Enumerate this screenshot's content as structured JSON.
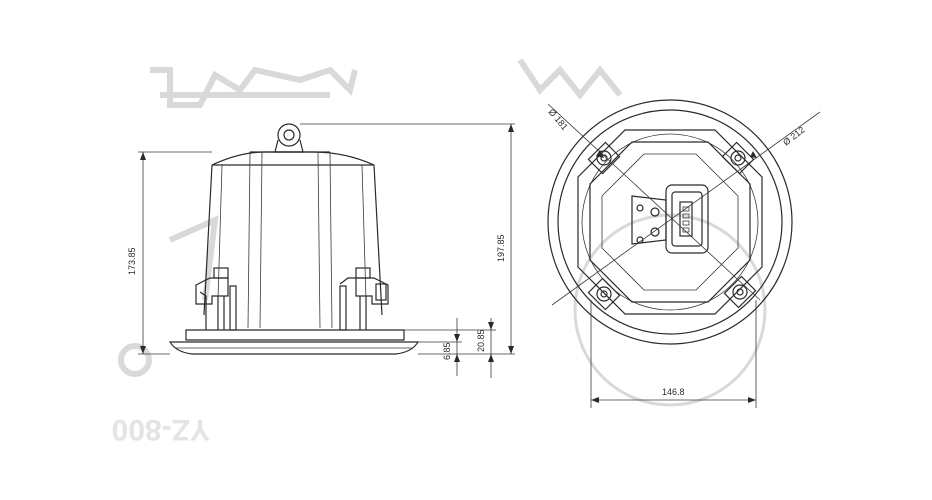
{
  "dimensions": {
    "total_height": "197.85",
    "body_height": "173.85",
    "flange_height": "20.85",
    "rim_thickness": "6.85",
    "width": "146.8",
    "diameter_outer": "Ø 212",
    "diameter_cutout": "Ø 181"
  },
  "watermark": {
    "text": "YZ-800"
  },
  "colors": {
    "line": "#2a2a2a",
    "ghost": "#d9d9d9",
    "background": "#ffffff"
  }
}
